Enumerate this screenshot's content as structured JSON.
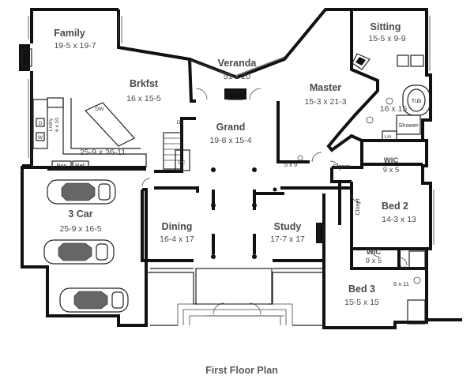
{
  "title": "First Floor Plan",
  "rooms": {
    "family": {
      "name": "Family",
      "dims": "19-5 x 19-7"
    },
    "veranda": {
      "name": "Veranda",
      "dims": "51 x 20"
    },
    "sitting": {
      "name": "Sitting",
      "dims": "15-5 x 9-9"
    },
    "brkfst": {
      "name": "Brkfst",
      "dims": "16 x 15-5"
    },
    "master": {
      "name": "Master",
      "dims": "15-3 x 21-3"
    },
    "grand": {
      "name": "Grand",
      "dims": "19-8 x 15-4"
    },
    "kitchen": {
      "dims": "25-9 x 36-11"
    },
    "master_bath": {
      "dims": "16 x 15"
    },
    "wic_master": {
      "name": "WIC",
      "dims": "9 x 5"
    },
    "bed2": {
      "name": "Bed 2",
      "dims": "14-3 x 13"
    },
    "garage": {
      "name": "3 Car",
      "dims": "25-9 x 16-5"
    },
    "dining": {
      "name": "Dining",
      "dims": "16-4 x 17"
    },
    "study": {
      "name": "Study",
      "dims": "17-7 x 17"
    },
    "wic_bed3": {
      "name": "WIC",
      "dims": "9 x 5"
    },
    "bed3": {
      "name": "Bed 3",
      "dims": "15-5 x 15"
    },
    "bath_bed": {
      "dims": "6 x 11"
    },
    "laundry": {
      "name": "Lndry",
      "dims": "6 x 10"
    },
    "powder": {
      "dims": "5 x 9"
    }
  },
  "labels": {
    "tub": "Tub",
    "shower": "Shower",
    "lin_master": "Lin",
    "lin_bed": "Lin",
    "closet_master": "Closet",
    "closet_bed2": "Closet",
    "pan": "Pan",
    "ref": "Ref",
    "dw": "DW",
    "dn": "Dn",
    "cc": "CC",
    "washer": "W",
    "dryer": "D"
  }
}
